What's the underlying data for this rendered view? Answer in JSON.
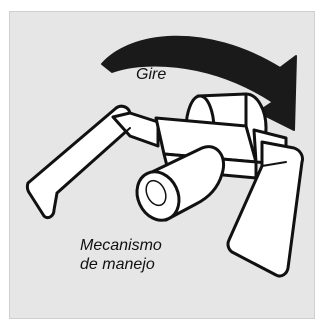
{
  "figure": {
    "labels": {
      "rotate": "Gire",
      "mechanism_line1": "Mecanismo",
      "mechanism_line2": "de manejo"
    }
  },
  "colors": {
    "background": "#e6e6e6",
    "border": "#cfcfcf",
    "line": "#111111",
    "part_fill": "#ffffff",
    "arrow_fill": "#1a1a1a"
  }
}
